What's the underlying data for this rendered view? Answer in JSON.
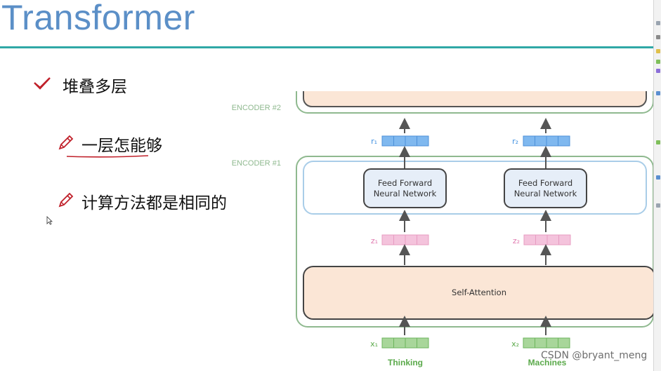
{
  "slide": {
    "title": "Transformer",
    "bullets": [
      {
        "text": "堆叠多层",
        "icon": "check-icon"
      },
      {
        "text": "一层怎能够",
        "icon": "pencil-icon"
      },
      {
        "text": "计算方法都是相同的",
        "icon": "pencil-icon"
      }
    ]
  },
  "diagram": {
    "encoder2_label": "ENCODER #2",
    "encoder1_label": "ENCODER #1",
    "ffn_line1": "Feed Forward",
    "ffn_line2": "Neural Network",
    "self_attention": "Self-Attention",
    "r1": "r₁",
    "r2": "r₂",
    "z1": "z₁",
    "z2": "z₂",
    "x1": "x₁",
    "x2": "x₂",
    "word1": "Thinking",
    "word2": "Machines"
  },
  "watermark": "CSDN @bryant_meng",
  "colors": {
    "title": "#5b8fc7",
    "rule": "#2fa8a6",
    "encoder_border": "#8fb98f",
    "encoder_label": "#8fb98f",
    "ffn_band_border": "#a9cde8",
    "ffn_box_fill": "#e6eef8",
    "attention_fill": "#fbe6d6",
    "r_vector": "#7fb8ef",
    "z_vector": "#f4c3dc",
    "x_vector": "#a8d69a",
    "icon_red": "#c0202a"
  }
}
